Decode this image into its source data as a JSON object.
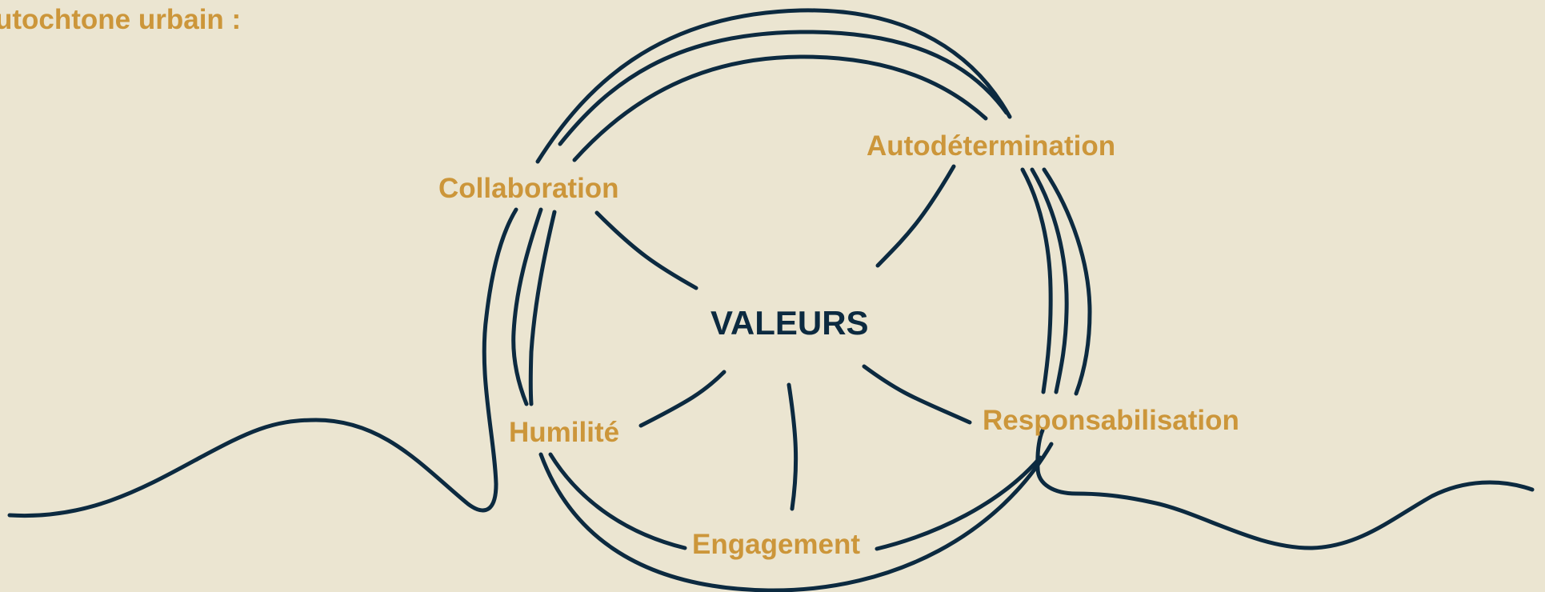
{
  "heading": "utochtone urbain :",
  "center": "VALEURS",
  "values": [
    {
      "id": "collaboration",
      "label": "Collaboration"
    },
    {
      "id": "autodetermination",
      "label": "Autodétermination"
    },
    {
      "id": "humilite",
      "label": "Humilité"
    },
    {
      "id": "responsabilisation",
      "label": "Responsabilisation"
    },
    {
      "id": "engagement",
      "label": "Engagement"
    }
  ],
  "colors": {
    "background": "#ebe5d1",
    "accent": "#cc963a",
    "line": "#0c2a40"
  }
}
